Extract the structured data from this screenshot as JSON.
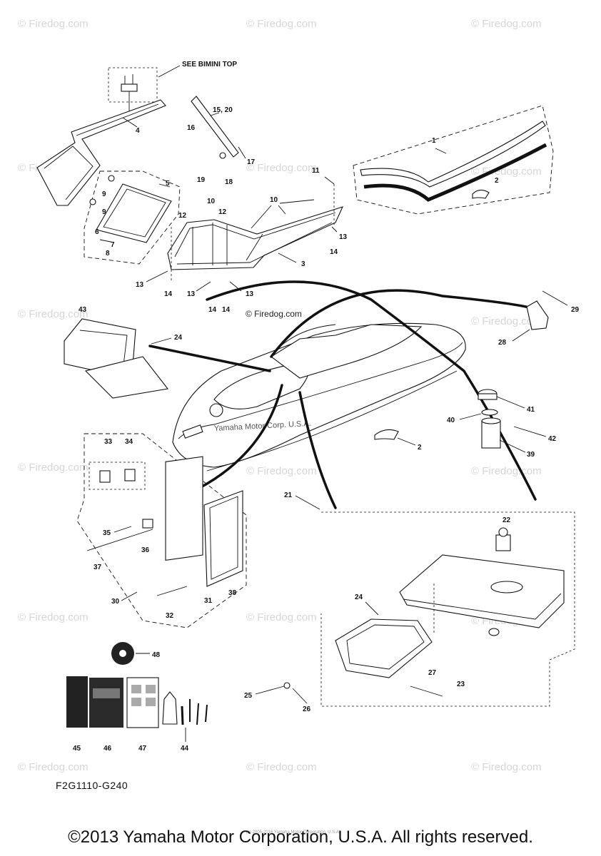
{
  "watermark": "© Firedog.com",
  "center_watermark": "© Firedog.com",
  "boat_watermark": "Yamaha Motor Corp. U.S.A.",
  "see_bimini_label": "SEE BIMINI TOP",
  "diagram_code": "F2G1110-G240",
  "copyright": "©2013 Yamaha Motor Corporation, U.S.A. All rights reserved.",
  "tiny_credit": "(c) 2005-2016 Yamaha Motor Corporation, U.S.A.",
  "callouts": {
    "c1": "1",
    "c2a": "2",
    "c2b": "2",
    "c3": "3",
    "c4": "4",
    "c5": "5",
    "c6": "6",
    "c7": "7",
    "c8": "8",
    "c9a": "9",
    "c9b": "9",
    "c10a": "10",
    "c10b": "10",
    "c11": "11",
    "c12a": "12",
    "c12b": "12",
    "c13a": "13",
    "c13b": "13",
    "c13c": "13",
    "c13d": "13",
    "c14a": "14",
    "c14b": "14",
    "c14c": "14",
    "c14d": "14",
    "c15_20": "15, 20",
    "c16": "16",
    "c17": "17",
    "c18": "18",
    "c19": "19",
    "c21": "21",
    "c22": "22",
    "c23": "23",
    "c24a": "24",
    "c24b": "24",
    "c25": "25",
    "c26": "26",
    "c27": "27",
    "c28": "28",
    "c29": "29",
    "c30": "30",
    "c31": "31",
    "c32": "32",
    "c33": "33",
    "c34": "34",
    "c35": "35",
    "c36": "36",
    "c37": "37",
    "c38": "38",
    "c39": "39",
    "c40": "40",
    "c41": "41",
    "c42": "42",
    "c43": "43",
    "c44": "44",
    "c45": "45",
    "c46": "46",
    "c47": "47",
    "c48": "48"
  }
}
